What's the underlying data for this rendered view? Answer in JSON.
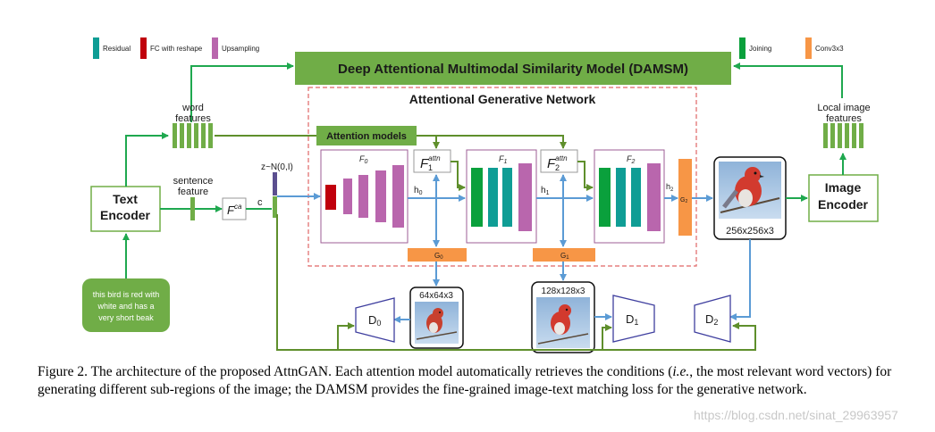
{
  "legend": {
    "residual": "Residual",
    "fc_reshape": "FC with reshape",
    "upsampling": "Upsampling",
    "joining": "Joining",
    "conv": "Conv3x3"
  },
  "colors": {
    "residual": "#0f9d95",
    "fc_reshape": "#c0000c",
    "upsampling": "#b966ad",
    "joining": "#0aa03c",
    "conv": "#f79646",
    "green_box": "#70ad47",
    "arrow_green": "#1fa84f",
    "arrow_blue": "#5b9bd5",
    "arrow_olive": "#5f8f2c",
    "dashed_red": "#e06666",
    "d_box": "#3f3f9f"
  },
  "damsm": {
    "label": "Deep Attentional Multimodal Similarity Model (DAMSM)"
  },
  "agn": {
    "label": "Attentional Generative Network"
  },
  "attention_models": {
    "label": "Attention models"
  },
  "text_encoder": {
    "line1": "Text",
    "line2": "Encoder"
  },
  "image_encoder": {
    "line1": "Image",
    "line2": "Encoder"
  },
  "word_features": {
    "line1": "word",
    "line2": "features"
  },
  "local_image_features": {
    "line1": "Local image",
    "line2": "features"
  },
  "sentence_feature": {
    "line1": "sentence",
    "line2": "feature"
  },
  "fca": {
    "base": "F",
    "sup": "ca"
  },
  "c_label": "c",
  "noise": "z~N(0,I)",
  "input_text": {
    "line1": "this bird is red with",
    "line2": "white and has a",
    "line3": "very short beak"
  },
  "stages": {
    "f0": {
      "base": "F",
      "sub": "0"
    },
    "f1": {
      "base": "F",
      "sub": "1"
    },
    "f2": {
      "base": "F",
      "sub": "2"
    },
    "f1attn": {
      "base": "F",
      "sub": "1",
      "sup": "attn"
    },
    "f2attn": {
      "base": "F",
      "sub": "2",
      "sup": "attn"
    },
    "h0": {
      "base": "h",
      "sub": "0"
    },
    "h1": {
      "base": "h",
      "sub": "1"
    },
    "h2": {
      "base": "h",
      "sub": "2"
    },
    "g0": {
      "base": "G",
      "sub": "0"
    },
    "g1": {
      "base": "G",
      "sub": "1"
    },
    "g2": {
      "base": "G",
      "sub": "2"
    }
  },
  "images": {
    "img64": "64x64x3",
    "img128": "128x128x3",
    "img256": "256x256x3"
  },
  "discriminators": {
    "d0": {
      "base": "D",
      "sub": "0"
    },
    "d1": {
      "base": "D",
      "sub": "1"
    },
    "d2": {
      "base": "D",
      "sub": "2"
    }
  },
  "caption": {
    "part1": "Figure 2. The architecture of the proposed AttnGAN. Each attention model automatically retrieves the conditions (",
    "ie": "i.e.",
    "part2": ", the most relevant word vectors) for generating different sub-regions of the image; the DAMSM provides the fine-grained image-text matching loss for the generative network."
  },
  "watermark": "https://blog.csdn.net/sinat_29963957"
}
